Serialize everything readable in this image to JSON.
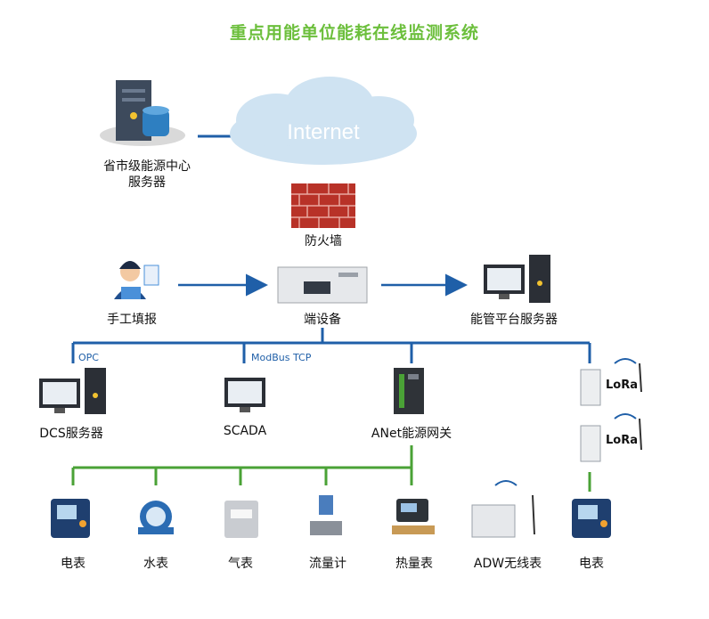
{
  "title": "重点用能单位能耗在线监测系统",
  "colors": {
    "title": "#6cbf3c",
    "blue_line": "#1f5fa8",
    "green_line": "#4aa236",
    "cloud": "#cfe3f2",
    "firewall": "#c0392b"
  },
  "cloud_label": "Internet",
  "nodes": {
    "provincial_server": "省市级能源中心\n服务器",
    "firewall": "防火墙",
    "manual_entry": "手工填报",
    "edge_device": "端设备",
    "platform_server": "能管平台服务器",
    "dcs_server": "DCS服务器",
    "scada": "SCADA",
    "anet_gateway": "ANet能源网关",
    "meter_electric_1": "电表",
    "meter_water": "水表",
    "meter_gas": "气表",
    "meter_flow": "流量计",
    "meter_heat": "热量表",
    "meter_adw": "ADW无线表",
    "meter_electric_2": "电表"
  },
  "protocols": {
    "opc": "OPC",
    "modbus": "ModBus TCP"
  },
  "lora_label": "LoRa"
}
